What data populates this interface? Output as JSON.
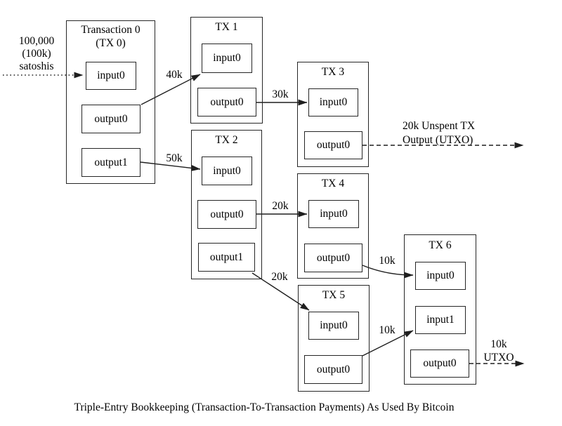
{
  "caption": "Triple-Entry Bookkeeping (Transaction-To-Transaction Payments) As Used By Bitcoin",
  "colors": {
    "background": "#ffffff",
    "line": "#1f1f1f",
    "text": "#000000"
  },
  "source": {
    "lines": [
      "100,000",
      "(100k)",
      "satoshis"
    ]
  },
  "transactions": {
    "tx0": {
      "title_lines": [
        "Transaction 0",
        "(TX 0)"
      ],
      "nodes": {
        "input0": "input0",
        "output0": "output0",
        "output1": "output1"
      }
    },
    "tx1": {
      "title": "TX 1",
      "nodes": {
        "input0": "input0",
        "output0": "output0"
      }
    },
    "tx2": {
      "title": "TX 2",
      "nodes": {
        "input0": "input0",
        "output0": "output0",
        "output1": "output1"
      }
    },
    "tx3": {
      "title": "TX 3",
      "nodes": {
        "input0": "input0",
        "output0": "output0"
      }
    },
    "tx4": {
      "title": "TX 4",
      "nodes": {
        "input0": "input0",
        "output0": "output0"
      }
    },
    "tx5": {
      "title": "TX 5",
      "nodes": {
        "input0": "input0",
        "output0": "output0"
      }
    },
    "tx6": {
      "title": "TX 6",
      "nodes": {
        "input0": "input0",
        "input1": "input1",
        "output0": "output0"
      }
    }
  },
  "flow_labels": {
    "tx0_to_tx1": "40k",
    "tx0_to_tx2": "50k",
    "tx1_to_tx3": "30k",
    "tx2_to_tx4": "20k",
    "tx2_to_tx5": "20k",
    "tx4_to_tx6": "10k",
    "tx5_to_tx6": "10k",
    "tx3_utxo_lines": [
      "20k Unspent TX",
      "Output (UTXO)"
    ],
    "tx6_utxo_lines": [
      "10k",
      "UTXO"
    ]
  }
}
